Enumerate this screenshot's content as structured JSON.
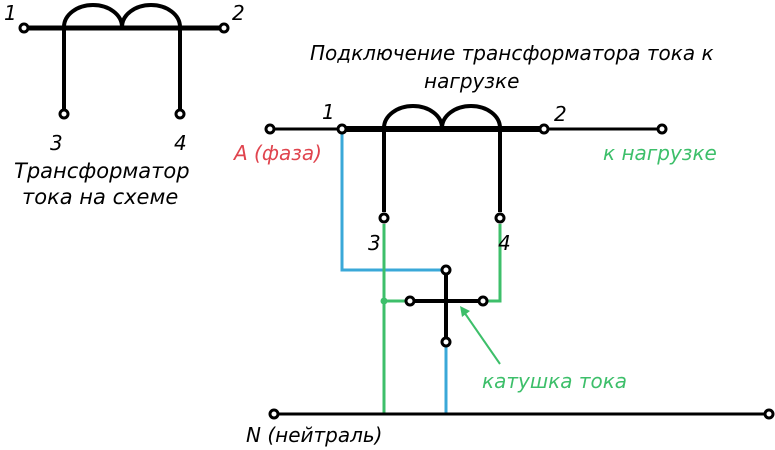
{
  "title_line1": "Подключение трансформатора тока к",
  "title_line2": "нагрузке",
  "symbol": {
    "terminal_1": "1",
    "terminal_2": "2",
    "terminal_3": "3",
    "terminal_4": "4",
    "caption_line1": "Трансформатор",
    "caption_line2": "тока на схеме"
  },
  "circuit": {
    "terminal_1": "1",
    "terminal_2": "2",
    "terminal_3": "3",
    "terminal_4": "4",
    "phase_label": "А (фаза)",
    "load_label": "к нагрузке",
    "coil_label": "катушка тока",
    "neutral_label": "N (нейтраль)"
  },
  "colors": {
    "line": "#000000",
    "phase_text": "#e0444e",
    "green": "#3dbf6a",
    "blue": "#3aa8d8",
    "terminal_fill": "#ffffff"
  }
}
